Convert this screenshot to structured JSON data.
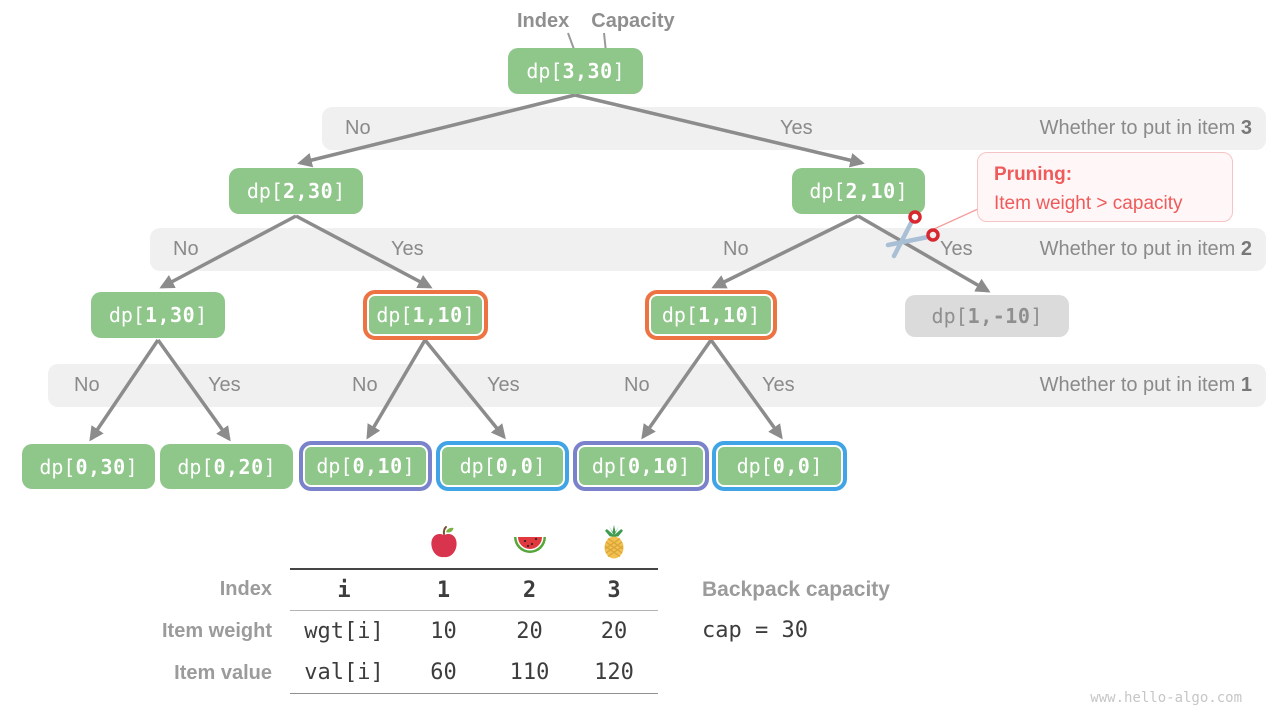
{
  "colors": {
    "green": "#8FC68A",
    "orange": "#ED7342",
    "purple": "#7A82CC",
    "blue": "#41A4E6",
    "gray-node-bg": "#DBDBDB",
    "gray-node-text": "#8F8F8F",
    "band-bg": "#F0F0F0",
    "band-text": "#8A8A8A",
    "edge": "#8C8C8C",
    "red": "#EF5A5A",
    "red-border": "#F6C4C4",
    "red-bg": "#FFF7F7",
    "dark": "#3D3D3D",
    "label-gray": "#9B9B9B",
    "watermark": "#C6C6C6"
  },
  "axis_labels": {
    "index": "Index",
    "capacity": "Capacity"
  },
  "nodes": [
    {
      "prefix": "dp[",
      "args": "3,30",
      "suffix": "]",
      "variant": "green"
    },
    {
      "prefix": "dp[",
      "args": "2,30",
      "suffix": "]",
      "variant": "green"
    },
    {
      "prefix": "dp[",
      "args": "2,10",
      "suffix": "]",
      "variant": "green"
    },
    {
      "prefix": "dp[",
      "args": "1,30",
      "suffix": "]",
      "variant": "green"
    },
    {
      "prefix": "dp[",
      "args": "1,10",
      "suffix": "]",
      "variant": "orange"
    },
    {
      "prefix": "dp[",
      "args": "1,10",
      "suffix": "]",
      "variant": "orange"
    },
    {
      "prefix": "dp[",
      "args": "1,-10",
      "suffix": "]",
      "variant": "gray"
    },
    {
      "prefix": "dp[",
      "args": "0,30",
      "suffix": "]",
      "variant": "green"
    },
    {
      "prefix": "dp[",
      "args": "0,20",
      "suffix": "]",
      "variant": "green"
    },
    {
      "prefix": "dp[",
      "args": "0,10",
      "suffix": "]",
      "variant": "purple"
    },
    {
      "prefix": "dp[",
      "args": "0,0",
      "suffix": "]",
      "variant": "blue"
    },
    {
      "prefix": "dp[",
      "args": "0,10",
      "suffix": "]",
      "variant": "purple"
    },
    {
      "prefix": "dp[",
      "args": "0,0",
      "suffix": "]",
      "variant": "blue"
    }
  ],
  "bands": [
    {
      "question": "Whether to put in item ",
      "item": "3",
      "decisions": [
        "No",
        "Yes"
      ]
    },
    {
      "question": "Whether to put in item ",
      "item": "2",
      "decisions": [
        "No",
        "Yes",
        "No",
        "Yes"
      ]
    },
    {
      "question": "Whether to put in item ",
      "item": "1",
      "decisions": [
        "No",
        "Yes",
        "No",
        "Yes",
        "No",
        "Yes"
      ]
    }
  ],
  "pruning": {
    "title": "Pruning",
    "colon": ":",
    "text": "Item weight > capacity"
  },
  "table": {
    "fruits": [
      "apple",
      "watermelon",
      "pineapple"
    ],
    "rows": [
      {
        "label": "Index",
        "cells": [
          "i",
          "1",
          "2",
          "3"
        ]
      },
      {
        "label": "Item weight",
        "cells": [
          "wgt[i]",
          "10",
          "20",
          "20"
        ]
      },
      {
        "label": "Item value",
        "cells": [
          "val[i]",
          "60",
          "110",
          "120"
        ]
      }
    ]
  },
  "capacity": {
    "label": "Backpack capacity",
    "code": "cap = 30"
  },
  "watermark": "www.hello-algo.com"
}
